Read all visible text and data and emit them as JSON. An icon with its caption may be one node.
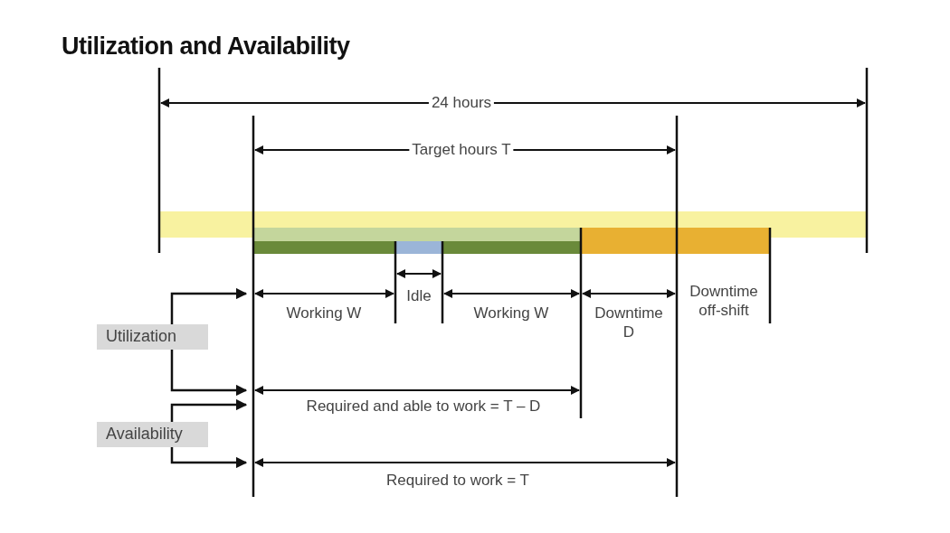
{
  "diagram": {
    "title": "Utilization and Availability",
    "nodes": [
      {
        "text": [
          "Utilization"
        ]
      },
      {
        "text": [
          "Availability"
        ]
      }
    ],
    "edges": [
      {
        "from": 0,
        "to": null,
        "arrow": "to"
      },
      {
        "from": 0,
        "to": null,
        "arrow": "to"
      },
      {
        "from": 1,
        "to": null,
        "arrow": "to"
      },
      {
        "from": 1,
        "to": null,
        "arrow": "to"
      }
    ],
    "labels": [
      "24 hours",
      "Target hours T",
      "Working W",
      "Idle",
      "Working W",
      "Downtime D",
      "Downtime off-shift",
      "Required and able to work = T – D",
      "Required to work = T"
    ]
  }
}
